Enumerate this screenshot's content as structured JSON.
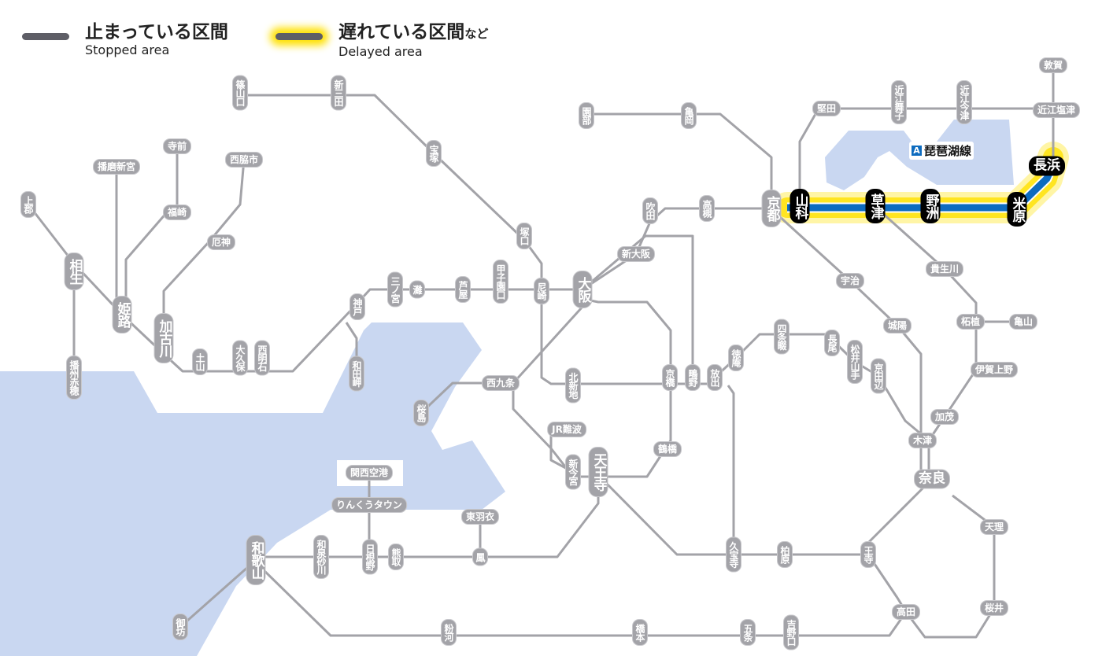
{
  "legend": {
    "stopped": {
      "jp": "止まっている区間",
      "en": "Stopped area"
    },
    "delayed": {
      "jp": "遅れている区間",
      "jp_suffix": "など",
      "en": "Delayed area"
    }
  },
  "line_label": {
    "badge": "A",
    "name": "琵琶湖線",
    "color": "#0d6bbf"
  },
  "colors": {
    "water": "#c9d7f1",
    "line": "#a3a3a8",
    "delay_glow": "#ffe100",
    "affected_line": "#0d6bbf"
  },
  "stations": [
    {
      "name": "篠山口"
    },
    {
      "name": "新三田"
    },
    {
      "name": "宝塚"
    },
    {
      "name": "塚口"
    },
    {
      "name": "尼崎"
    },
    {
      "name": "大阪"
    },
    {
      "name": "新大阪"
    },
    {
      "name": "吹田"
    },
    {
      "name": "高槻"
    },
    {
      "name": "京都"
    },
    {
      "name": "園部"
    },
    {
      "name": "亀岡"
    },
    {
      "name": "堅田"
    },
    {
      "name": "近江舞子"
    },
    {
      "name": "近江今津"
    },
    {
      "name": "近江塩津"
    },
    {
      "name": "敦賀"
    },
    {
      "name": "長浜",
      "delayed": true
    },
    {
      "name": "米原",
      "delayed": true
    },
    {
      "name": "野洲",
      "delayed": true
    },
    {
      "name": "草津",
      "delayed": true
    },
    {
      "name": "山科",
      "delayed": true
    },
    {
      "name": "宇治"
    },
    {
      "name": "城陽"
    },
    {
      "name": "木津"
    },
    {
      "name": "奈良"
    },
    {
      "name": "天理"
    },
    {
      "name": "桜井"
    },
    {
      "name": "高田"
    },
    {
      "name": "王寺"
    },
    {
      "name": "柏原"
    },
    {
      "name": "久宝寺"
    },
    {
      "name": "天王寺"
    },
    {
      "name": "新今宮"
    },
    {
      "name": "JR難波"
    },
    {
      "name": "鶴橋"
    },
    {
      "name": "京橋"
    },
    {
      "name": "鴫野"
    },
    {
      "name": "放出"
    },
    {
      "name": "徳庵"
    },
    {
      "name": "四条畷"
    },
    {
      "name": "長尾"
    },
    {
      "name": "松井山手"
    },
    {
      "name": "京田辺"
    },
    {
      "name": "加茂"
    },
    {
      "name": "伊賀上野"
    },
    {
      "name": "柘植"
    },
    {
      "name": "亀山"
    },
    {
      "name": "貴生川"
    },
    {
      "name": "北新地"
    },
    {
      "name": "西九条"
    },
    {
      "name": "桜島"
    },
    {
      "name": "関西空港"
    },
    {
      "name": "りんくうタウン"
    },
    {
      "name": "日根野"
    },
    {
      "name": "熊取"
    },
    {
      "name": "東羽衣"
    },
    {
      "name": "鳳"
    },
    {
      "name": "和泉砂川"
    },
    {
      "name": "和歌山"
    },
    {
      "name": "御坊"
    },
    {
      "name": "粉河"
    },
    {
      "name": "橋本"
    },
    {
      "name": "五条"
    },
    {
      "name": "吉野口"
    },
    {
      "name": "神戸"
    },
    {
      "name": "三ノ宮"
    },
    {
      "name": "灘"
    },
    {
      "name": "芦屋"
    },
    {
      "name": "甲子園口"
    },
    {
      "name": "和田岬"
    },
    {
      "name": "西明石"
    },
    {
      "name": "大久保"
    },
    {
      "name": "土山"
    },
    {
      "name": "加古川"
    },
    {
      "name": "姫路"
    },
    {
      "name": "相生"
    },
    {
      "name": "上郡"
    },
    {
      "name": "播州赤穂"
    },
    {
      "name": "播磨新宮"
    },
    {
      "name": "寺前"
    },
    {
      "name": "福崎"
    },
    {
      "name": "西脇市"
    },
    {
      "name": "厄神"
    }
  ]
}
